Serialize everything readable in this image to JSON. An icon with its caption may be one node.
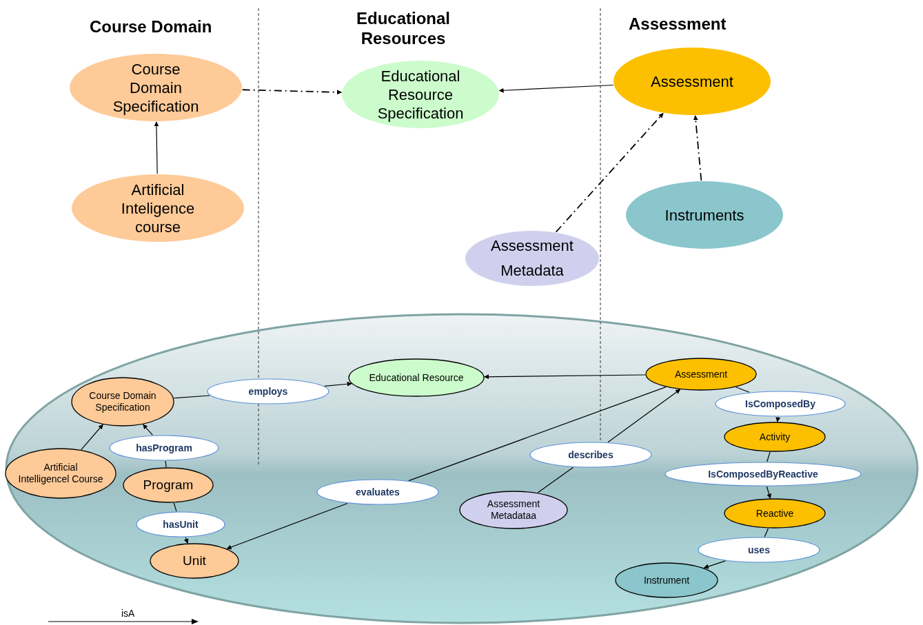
{
  "diagram": {
    "nodes": [
      {
        "text": [
          "Course Domain Specification"
        ]
      },
      {
        "text": [
          "Educational Resource Specification"
        ]
      },
      {
        "text": [
          "Assessment"
        ]
      },
      {
        "text": [
          "Artificial Inteligence course"
        ]
      },
      {
        "text": [
          "Assessment Metadata"
        ]
      },
      {
        "text": [
          "Instruments"
        ]
      },
      {
        "text": [],
        "shape": "ellipse"
      },
      {
        "text": [
          "Course Domain Specification"
        ],
        "in": 6
      },
      {
        "text": [
          "employs"
        ],
        "in": 6
      },
      {
        "text": [
          "Educational Resource"
        ],
        "in": 6
      },
      {
        "text": [
          "Assessment"
        ],
        "in": 6
      },
      {
        "text": [
          "hasProgram"
        ],
        "in": 6
      },
      {
        "text": [
          "Artificial Intelligencel Course"
        ],
        "in": 6
      },
      {
        "text": [
          "IsComposedBy"
        ],
        "in": 6
      },
      {
        "text": [
          "Activity"
        ],
        "in": 6
      },
      {
        "text": [
          "describes"
        ],
        "in": 6
      },
      {
        "text": [
          "Program"
        ],
        "in": 6
      },
      {
        "text": [
          "IsComposedByReactive"
        ],
        "in": 6
      },
      {
        "text": [
          "evaluates"
        ],
        "in": 6
      },
      {
        "text": [
          "Assessment Metadataa"
        ],
        "in": 6
      },
      {
        "text": [
          "hasUnit"
        ],
        "in": 6
      },
      {
        "text": [
          "Reactive"
        ],
        "in": 6
      },
      {
        "text": [
          "uses"
        ],
        "in": 6
      },
      {
        "text": [
          "Unit"
        ],
        "in": 6
      },
      {
        "text": [
          "Instrument"
        ],
        "in": 6
      }
    ],
    "edges": [
      {
        "from": 0,
        "to": 1,
        "arrow": "to",
        "style": "dashed"
      },
      {
        "from": 2,
        "to": 1,
        "arrow": "to"
      },
      {
        "from": 3,
        "to": 0,
        "arrow": "to"
      },
      {
        "from": 4,
        "to": 2,
        "arrow": "to",
        "style": "dashed"
      },
      {
        "from": 5,
        "to": 2,
        "arrow": "to",
        "style": "dashed"
      },
      {
        "from": 12,
        "to": 7,
        "arrow": "to"
      },
      {
        "from": 7,
        "to": 8,
        "arrow": "none"
      },
      {
        "from": 8,
        "to": 9,
        "arrow": "to"
      },
      {
        "from": 10,
        "to": 9,
        "arrow": "to"
      },
      {
        "from": 16,
        "to": 11,
        "arrow": "none"
      },
      {
        "from": 11,
        "to": 7,
        "arrow": "to"
      },
      {
        "from": 16,
        "to": 20,
        "arrow": "none"
      },
      {
        "from": 20,
        "to": 23,
        "arrow": "to"
      },
      {
        "from": 10,
        "to": 18,
        "arrow": "none"
      },
      {
        "from": 18,
        "to": 23,
        "arrow": "to"
      },
      {
        "from": 19,
        "to": 15,
        "arrow": "none"
      },
      {
        "from": 15,
        "to": 10,
        "arrow": "to"
      },
      {
        "from": 10,
        "to": 13,
        "arrow": "none"
      },
      {
        "from": 13,
        "to": 14,
        "arrow": "to"
      },
      {
        "from": 14,
        "to": 17,
        "arrow": "none"
      },
      {
        "from": 17,
        "to": 21,
        "arrow": "to"
      },
      {
        "from": 21,
        "to": 22,
        "arrow": "none"
      },
      {
        "from": 22,
        "to": 24,
        "arrow": "to"
      }
    ],
    "labels": [
      "Course Domain",
      "Educational Resources",
      "Assessment"
    ],
    "legend": [
      {
        "text": "isA"
      }
    ]
  }
}
